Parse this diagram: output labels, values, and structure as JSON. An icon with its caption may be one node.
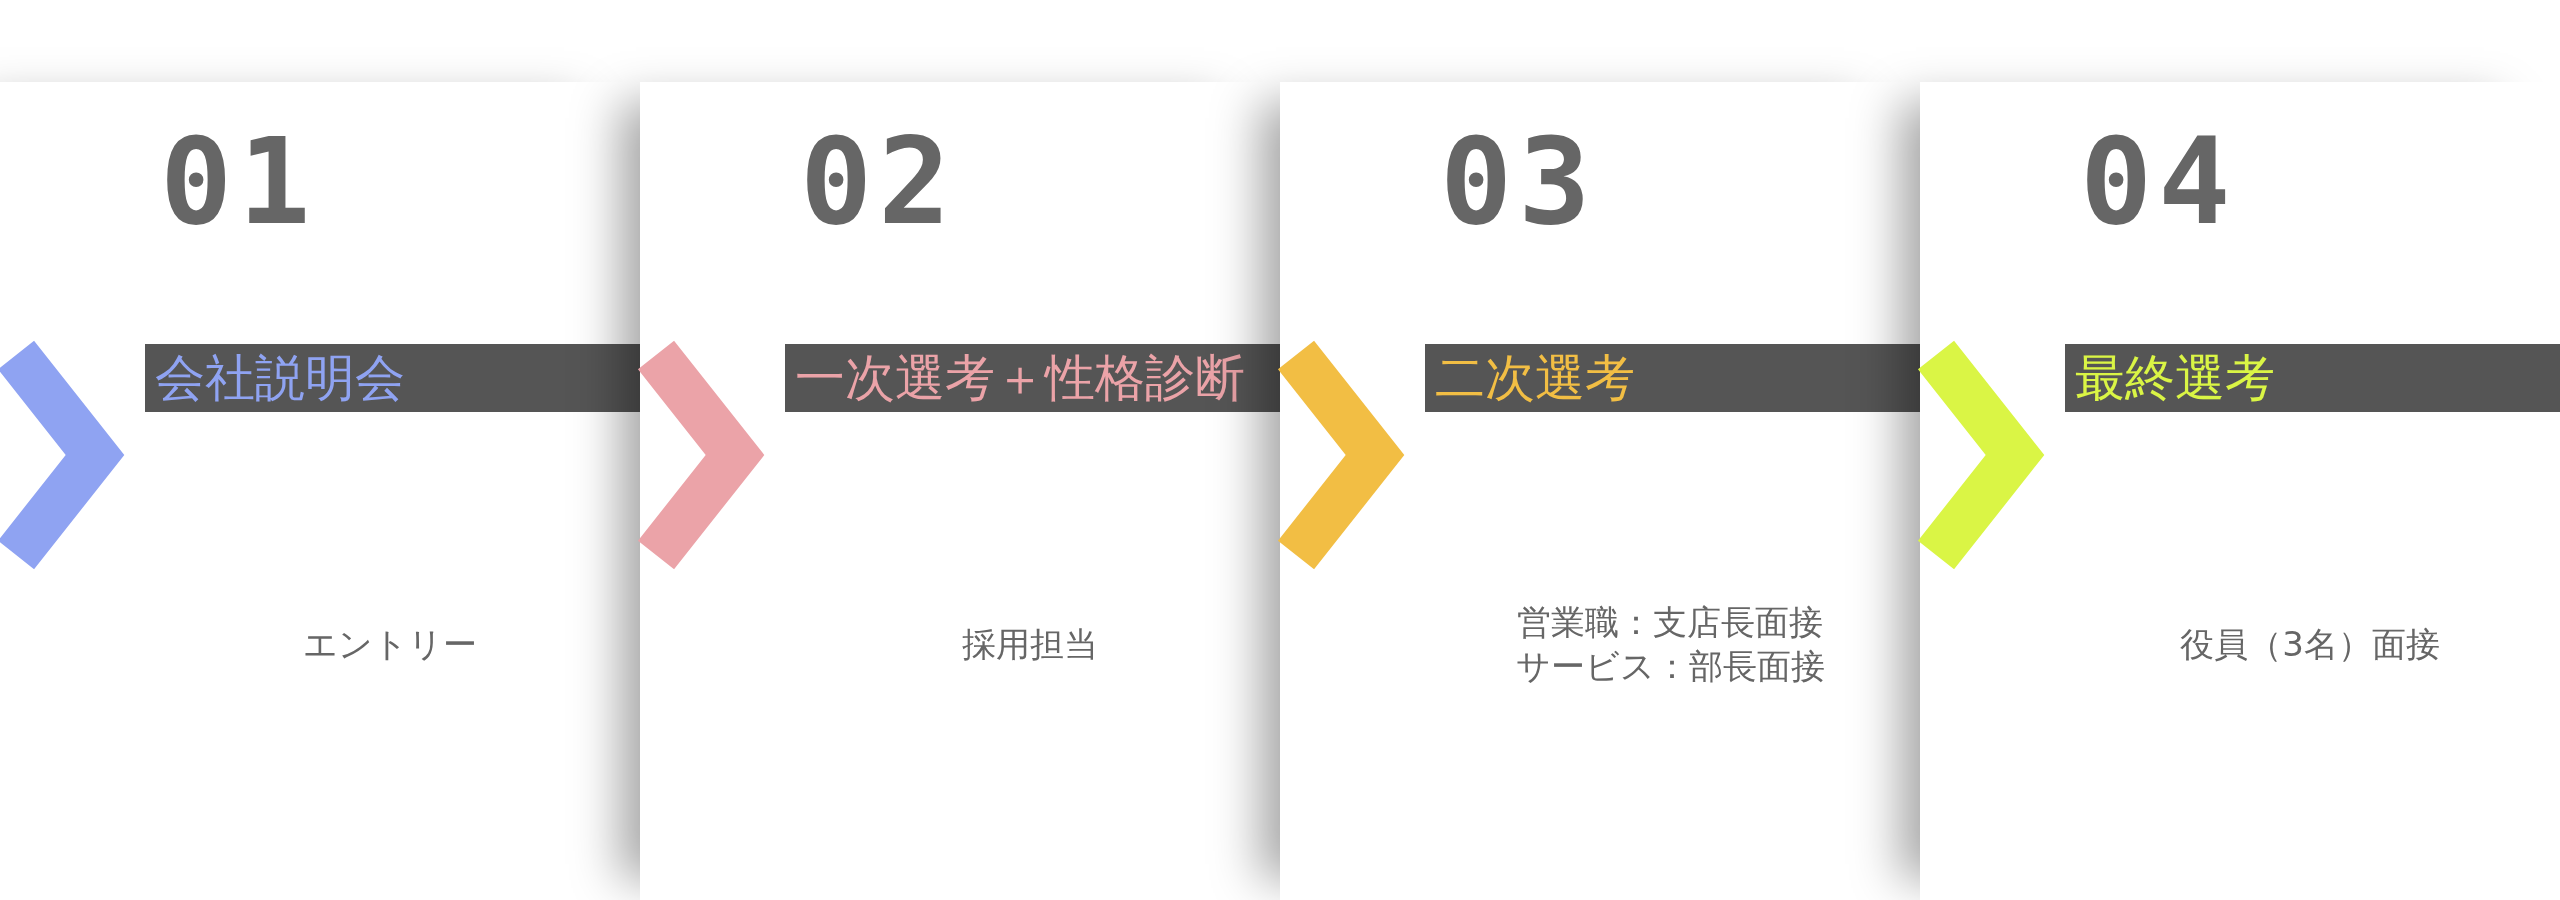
{
  "diagram": {
    "nodes": [
      {
        "text": [
          "01",
          "会社説明会",
          "エントリー"
        ]
      },
      {
        "text": [
          "02",
          "一次選考＋性格診断",
          "採用担当"
        ]
      },
      {
        "text": [
          "03",
          "二次選考",
          "営業職：支店長面接",
          "サービス：部長面接"
        ]
      },
      {
        "text": [
          "04",
          "最終選考",
          "役員（3名）面接"
        ]
      }
    ],
    "edges": [
      {
        "from": null,
        "to": 0,
        "arrow": "to",
        "color": "#8fa3f2"
      },
      {
        "from": 0,
        "to": 1,
        "arrow": "to",
        "color": "#eba3a8"
      },
      {
        "from": 1,
        "to": 2,
        "arrow": "to",
        "color": "#f2be44"
      },
      {
        "from": 2,
        "to": 3,
        "arrow": "to",
        "color": "#daf545"
      }
    ]
  }
}
